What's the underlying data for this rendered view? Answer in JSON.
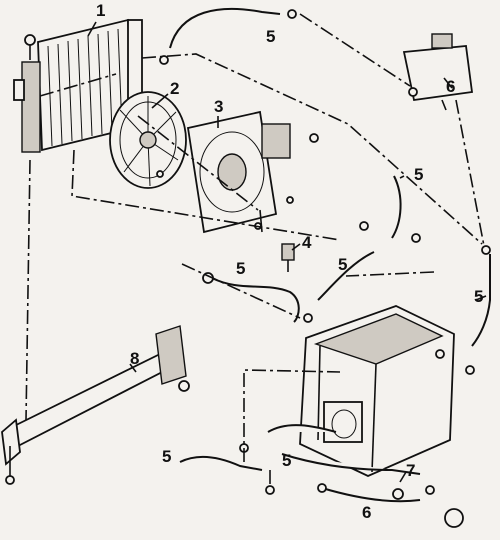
{
  "callouts": [
    {
      "id": "c1",
      "text": "1"
    },
    {
      "id": "c2",
      "text": "2"
    },
    {
      "id": "c3",
      "text": "3"
    },
    {
      "id": "c4",
      "text": "4"
    },
    {
      "id": "c5a",
      "text": "5"
    },
    {
      "id": "c5b",
      "text": "5"
    },
    {
      "id": "c5c",
      "text": "5"
    },
    {
      "id": "c5d",
      "text": "5"
    },
    {
      "id": "c5e",
      "text": "5"
    },
    {
      "id": "c5f",
      "text": "5"
    },
    {
      "id": "c5g",
      "text": "5"
    },
    {
      "id": "c6a",
      "text": "6"
    },
    {
      "id": "c6b",
      "text": "6"
    },
    {
      "id": "c7",
      "text": "7"
    },
    {
      "id": "c8",
      "text": "8"
    }
  ]
}
